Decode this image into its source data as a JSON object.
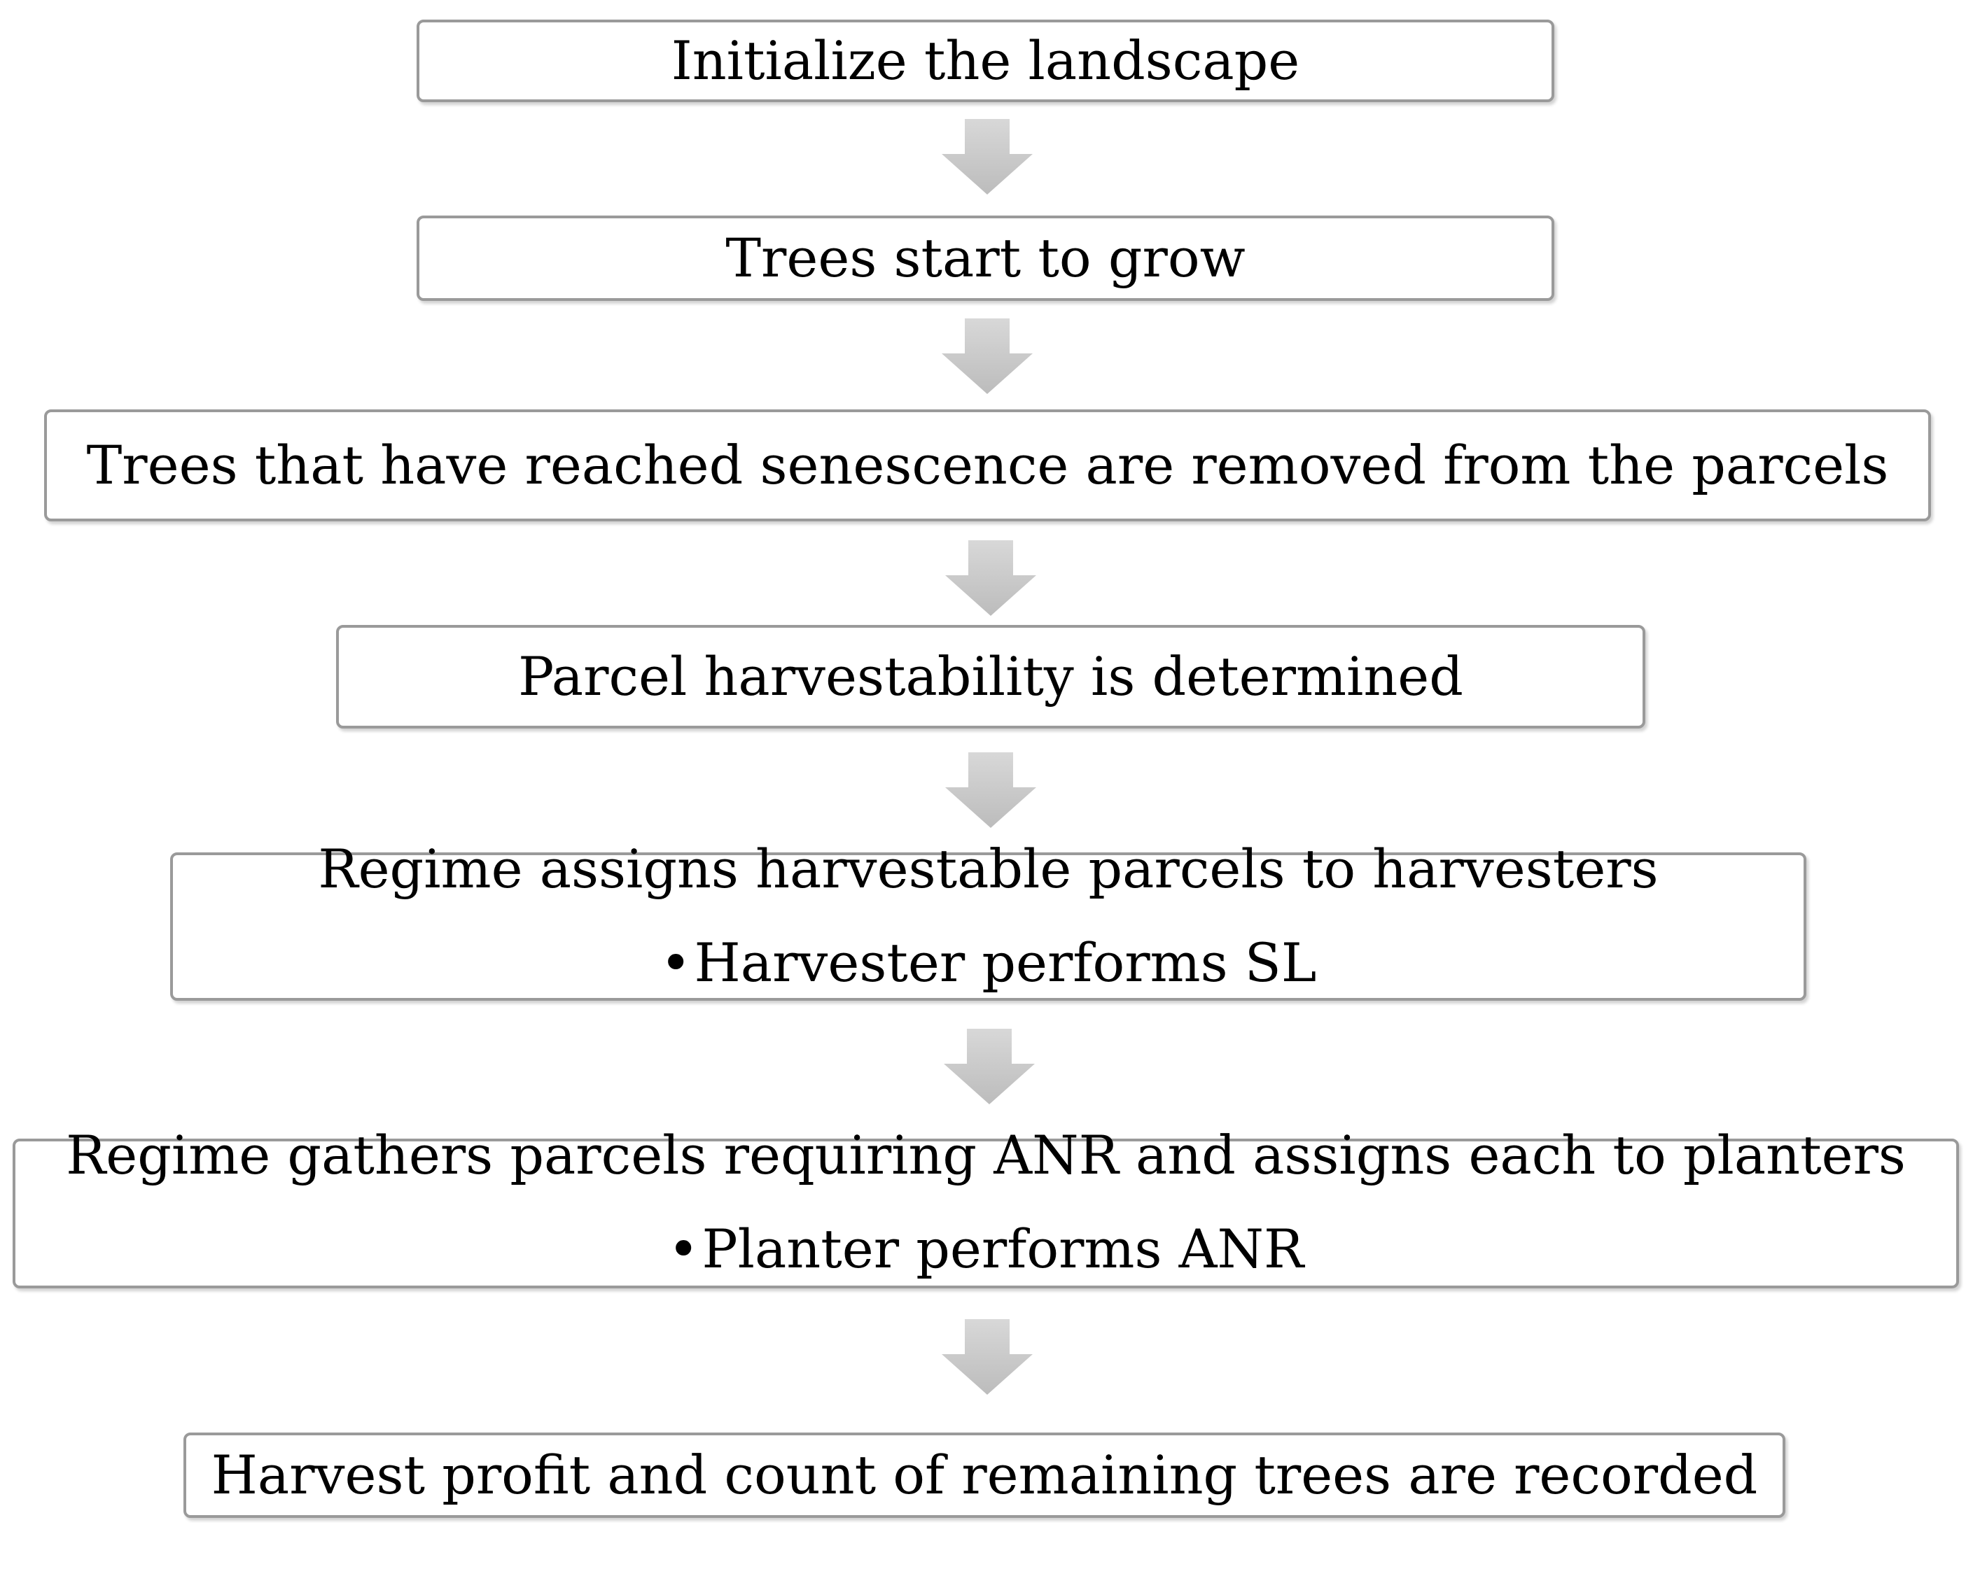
{
  "flowchart": {
    "steps": [
      {
        "text": "Initialize the landscape"
      },
      {
        "text": "Trees start to grow"
      },
      {
        "text": "Trees that have reached senescence are removed from the parcels"
      },
      {
        "text": "Parcel harvestability is determined"
      },
      {
        "text": "Regime assigns harvestable parcels to harvesters",
        "bullet": "Harvester performs SL"
      },
      {
        "text": "Regime gathers parcels requiring ANR and assigns each to planters",
        "bullet": "Planter performs ANR"
      },
      {
        "text": "Harvest profit and count of remaining trees are recorded"
      }
    ],
    "box_border_color": "#9a9a9a",
    "arrow_color": "#c8c8c8",
    "bullet_glyph": "•"
  }
}
